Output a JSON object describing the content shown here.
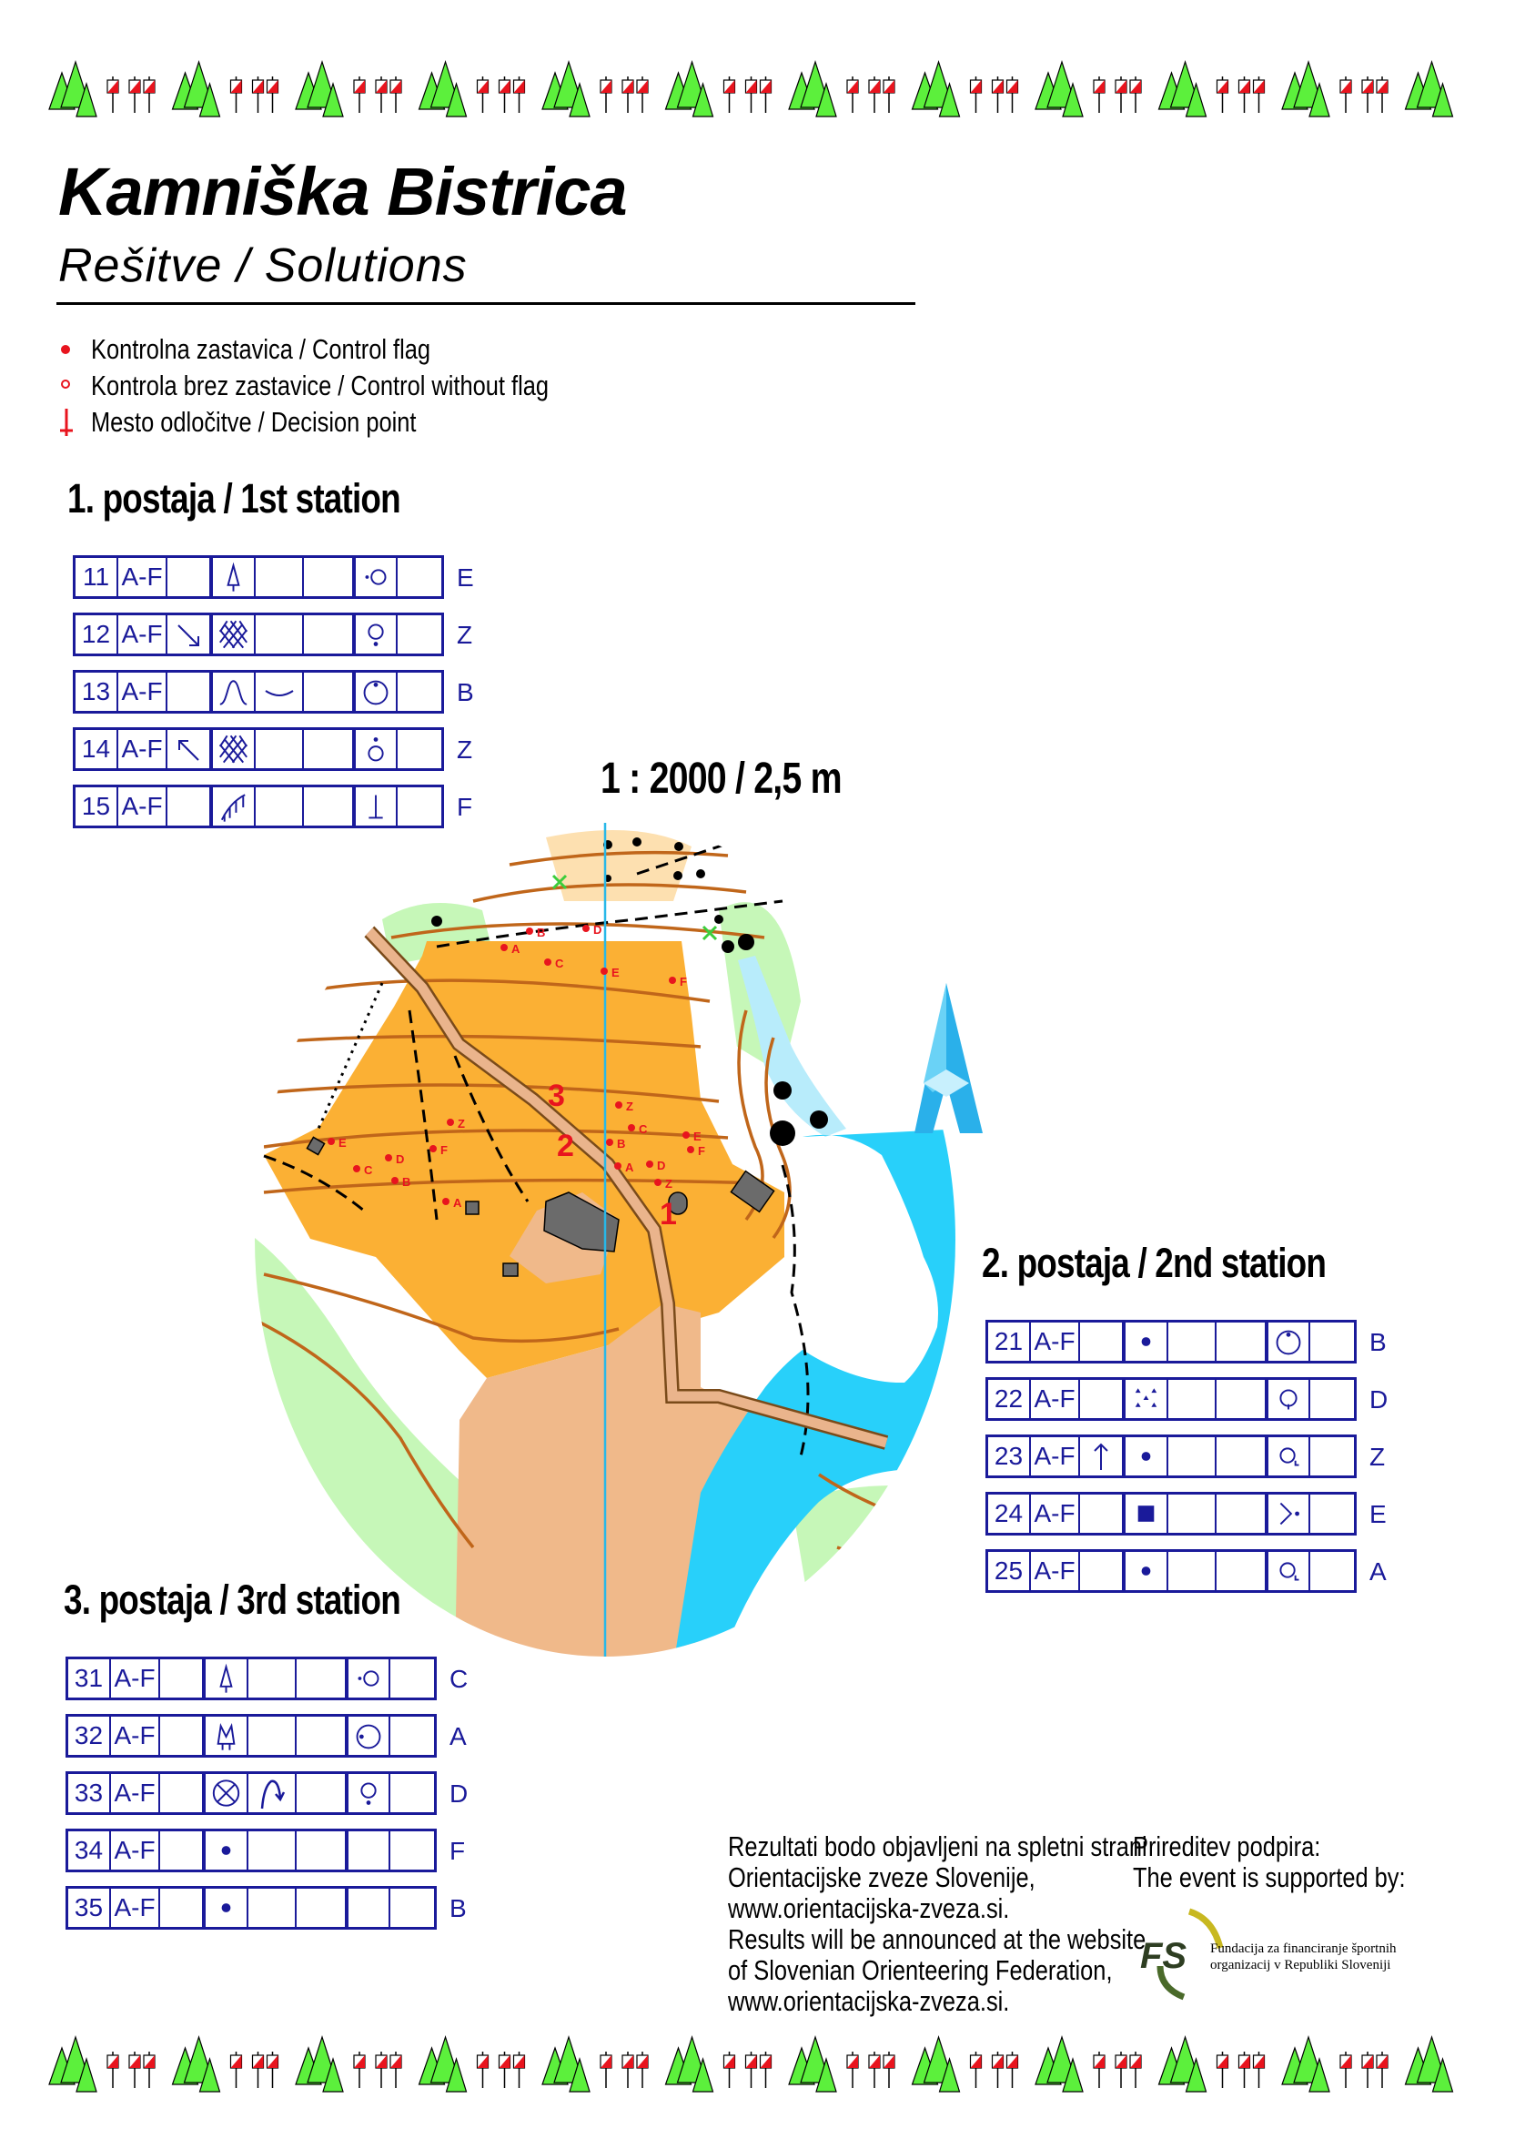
{
  "header": {
    "title": "Kamniška Bistrica",
    "subtitle": "Rešitve / Solutions"
  },
  "legend": [
    {
      "icon": "filled-red-dot-icon",
      "label": "Kontrolna zastavica / Control flag"
    },
    {
      "icon": "red-ring-icon",
      "label": "Kontrola brez zastavice / Control without flag"
    },
    {
      "icon": "decision-point-icon",
      "label": "Mesto odločitve / Decision point"
    }
  ],
  "map": {
    "scale_label": "1 : 2000 / 2,5 m",
    "labels": [
      "A",
      "B",
      "C",
      "D",
      "E",
      "F",
      "E",
      "F",
      "D",
      "C",
      "B",
      "A",
      "Z",
      "Z",
      "C",
      "B",
      "E",
      "F",
      "A",
      "D",
      "Z",
      "1",
      "2",
      "3"
    ]
  },
  "stations": [
    {
      "title": "1. postaja / 1st station",
      "rows": [
        {
          "num": "11",
          "range": "A-F",
          "c": "",
          "d": "conifer-tree",
          "e": "",
          "f": "",
          "g": "circle-dot-west",
          "h": "",
          "answer": "E"
        },
        {
          "num": "12",
          "range": "A-F",
          "c": "arrow-se",
          "d": "thicket",
          "e": "",
          "f": "",
          "g": "circle-dot-south",
          "h": "",
          "answer": "Z"
        },
        {
          "num": "13",
          "range": "A-F",
          "c": "",
          "d": "knoll-hump",
          "e": "shallow-curve",
          "f": "",
          "g": "circle-dot-top-inside",
          "h": "",
          "answer": "B"
        },
        {
          "num": "14",
          "range": "A-F",
          "c": "arrow-nw",
          "d": "thicket",
          "e": "",
          "f": "",
          "g": "circle-dot-above",
          "h": "",
          "answer": "Z"
        },
        {
          "num": "15",
          "range": "A-F",
          "c": "",
          "d": "earth-bank",
          "e": "",
          "f": "",
          "g": "foot-t",
          "h": "",
          "answer": "F"
        }
      ]
    },
    {
      "title": "2. postaja / 2nd station",
      "rows": [
        {
          "num": "21",
          "range": "A-F",
          "c": "",
          "d": "dot",
          "e": "",
          "f": "",
          "g": "circle-dot-top-inside",
          "h": "",
          "answer": "B"
        },
        {
          "num": "22",
          "range": "A-F",
          "c": "",
          "d": "boulder-field",
          "e": "",
          "f": "",
          "g": "circle-tick-bottom",
          "h": "",
          "answer": "D"
        },
        {
          "num": "23",
          "range": "A-F",
          "c": "arrow-up",
          "d": "dot",
          "e": "",
          "f": "",
          "g": "circle-corner",
          "h": "",
          "answer": "Z"
        },
        {
          "num": "24",
          "range": "A-F",
          "c": "",
          "d": "filled-square",
          "e": "",
          "f": "",
          "g": "angle-dot",
          "h": "",
          "answer": "E"
        },
        {
          "num": "25",
          "range": "A-F",
          "c": "",
          "d": "dot",
          "e": "",
          "f": "",
          "g": "circle-corner",
          "h": "",
          "answer": "A"
        }
      ]
    },
    {
      "title": "3. postaja / 3rd station",
      "rows": [
        {
          "num": "31",
          "range": "A-F",
          "c": "",
          "d": "conifer-tree",
          "e": "",
          "f": "",
          "g": "circle-dot-west",
          "h": "",
          "answer": "C"
        },
        {
          "num": "32",
          "range": "A-F",
          "c": "",
          "d": "deciduous-tree",
          "e": "",
          "f": "",
          "g": "circle-dot-inside-left",
          "h": "",
          "answer": "A"
        },
        {
          "num": "33",
          "range": "A-F",
          "c": "",
          "d": "circle-x",
          "e": "curve-arrow",
          "f": "",
          "g": "circle-dot-south",
          "h": "",
          "answer": "D"
        },
        {
          "num": "34",
          "range": "A-F",
          "c": "",
          "d": "dot",
          "e": "",
          "f": "",
          "g": "",
          "h": "",
          "answer": "F"
        },
        {
          "num": "35",
          "range": "A-F",
          "c": "",
          "d": "dot",
          "e": "",
          "f": "",
          "g": "",
          "h": "",
          "answer": "B"
        }
      ]
    }
  ],
  "footer": {
    "results_sl": [
      "Rezultati bodo objavljeni na spletni strani",
      "Orientacijske zveze Slovenije,",
      "www.orientacijska-zveza.si."
    ],
    "results_en": [
      "Results will be announced at the website",
      "of Slovenian Orienteering Federation,",
      "www.orientacijska-zveza.si."
    ],
    "support_sl": "Prireditev podpira:",
    "support_en": "The event is supported by:",
    "sponsor_logo_text": "FS",
    "sponsor_name": [
      "Fundacija za financiranje športnih",
      "organizacij v Republiki Sloveniji"
    ]
  },
  "colors": {
    "description_blue": "#1a1a9a",
    "control_red": "#e8141e",
    "tree_green": "#5cf03c",
    "orange": "#fbb034",
    "lake_blue": "#28d0fa",
    "contour_brown": "#c0661a"
  }
}
